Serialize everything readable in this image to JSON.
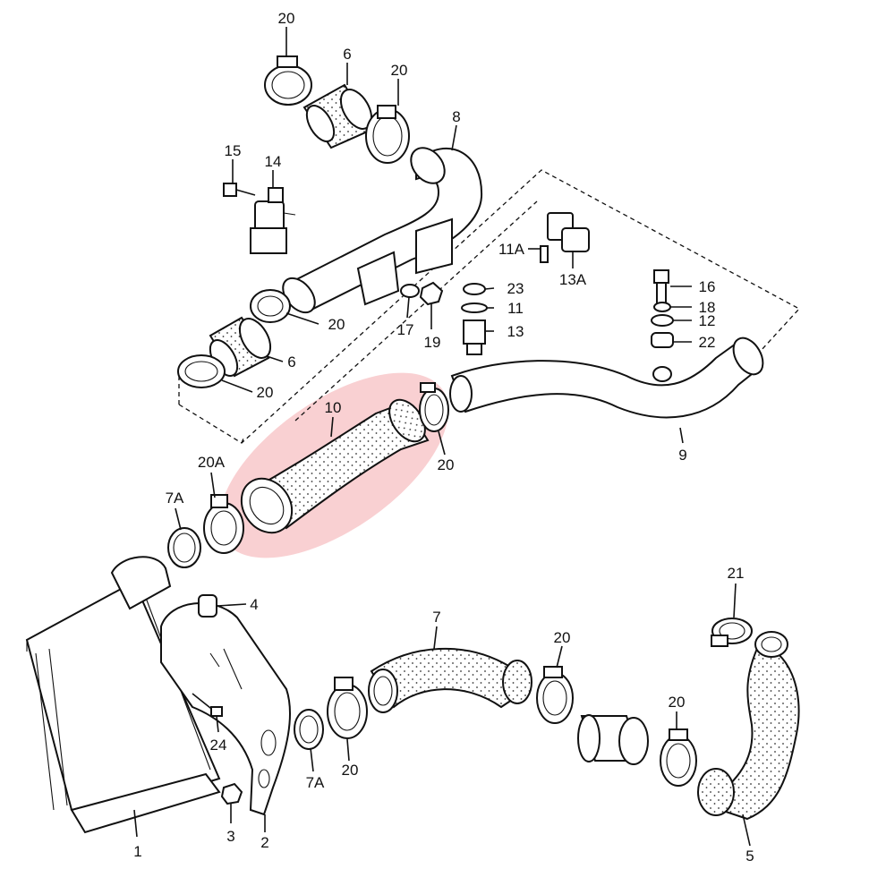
{
  "diagram": {
    "highlight_color": "#f4a9ad",
    "line_color": "#111111",
    "labels": {
      "p20_top": "20",
      "p6_top": "6",
      "p20_top_b": "20",
      "p8": "8",
      "p15": "15",
      "p14": "14",
      "p11a": "11A",
      "p13a": "13A",
      "p23": "23",
      "p11": "11",
      "p13": "13",
      "p17": "17",
      "p19": "19",
      "p16": "16",
      "p18": "18",
      "p12": "12",
      "p22": "22",
      "p20_mid": "20",
      "p6_mid": "6",
      "p20_mid_b": "20",
      "p10": "10",
      "p20_hl": "20",
      "p9": "9",
      "p20a": "20A",
      "p7a_top": "7A",
      "p4": "4",
      "p7": "7",
      "p20_lower_a": "20",
      "p21": "21",
      "p20_lower_b": "20",
      "p24": "24",
      "p7a_bottom": "7A",
      "p20_bottom": "20",
      "p1": "1",
      "p3": "3",
      "p2": "2",
      "p5": "5"
    }
  }
}
